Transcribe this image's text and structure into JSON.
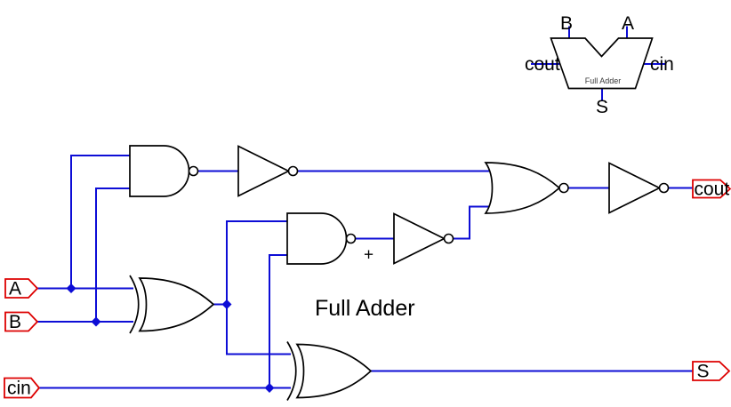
{
  "colors": {
    "wire": "#0d0dd6",
    "port_border": "#dd0000",
    "component_outline": "#000000",
    "text": "#000000"
  },
  "canvas_title": "Full Adder",
  "annotations": {
    "plus": "+"
  },
  "ports": {
    "inputs": [
      {
        "label": "A"
      },
      {
        "label": "B"
      },
      {
        "label": "cin"
      }
    ],
    "outputs": [
      {
        "label": "cout"
      },
      {
        "label": "S"
      }
    ]
  },
  "gates": [
    {
      "type": "NAND",
      "id": "nand-1"
    },
    {
      "type": "NOT",
      "id": "inverter-1"
    },
    {
      "type": "NAND",
      "id": "nand-2"
    },
    {
      "type": "NOT",
      "id": "inverter-2"
    },
    {
      "type": "NOR",
      "id": "nor-1"
    },
    {
      "type": "NOT",
      "id": "inverter-3"
    },
    {
      "type": "XOR",
      "id": "xor-1"
    },
    {
      "type": "XOR",
      "id": "xor-2"
    }
  ],
  "symbol": {
    "label": "Full Adder",
    "pins": {
      "top_left": "B",
      "top_right": "A",
      "left": "cout",
      "right": "cin",
      "bottom": "S"
    }
  }
}
